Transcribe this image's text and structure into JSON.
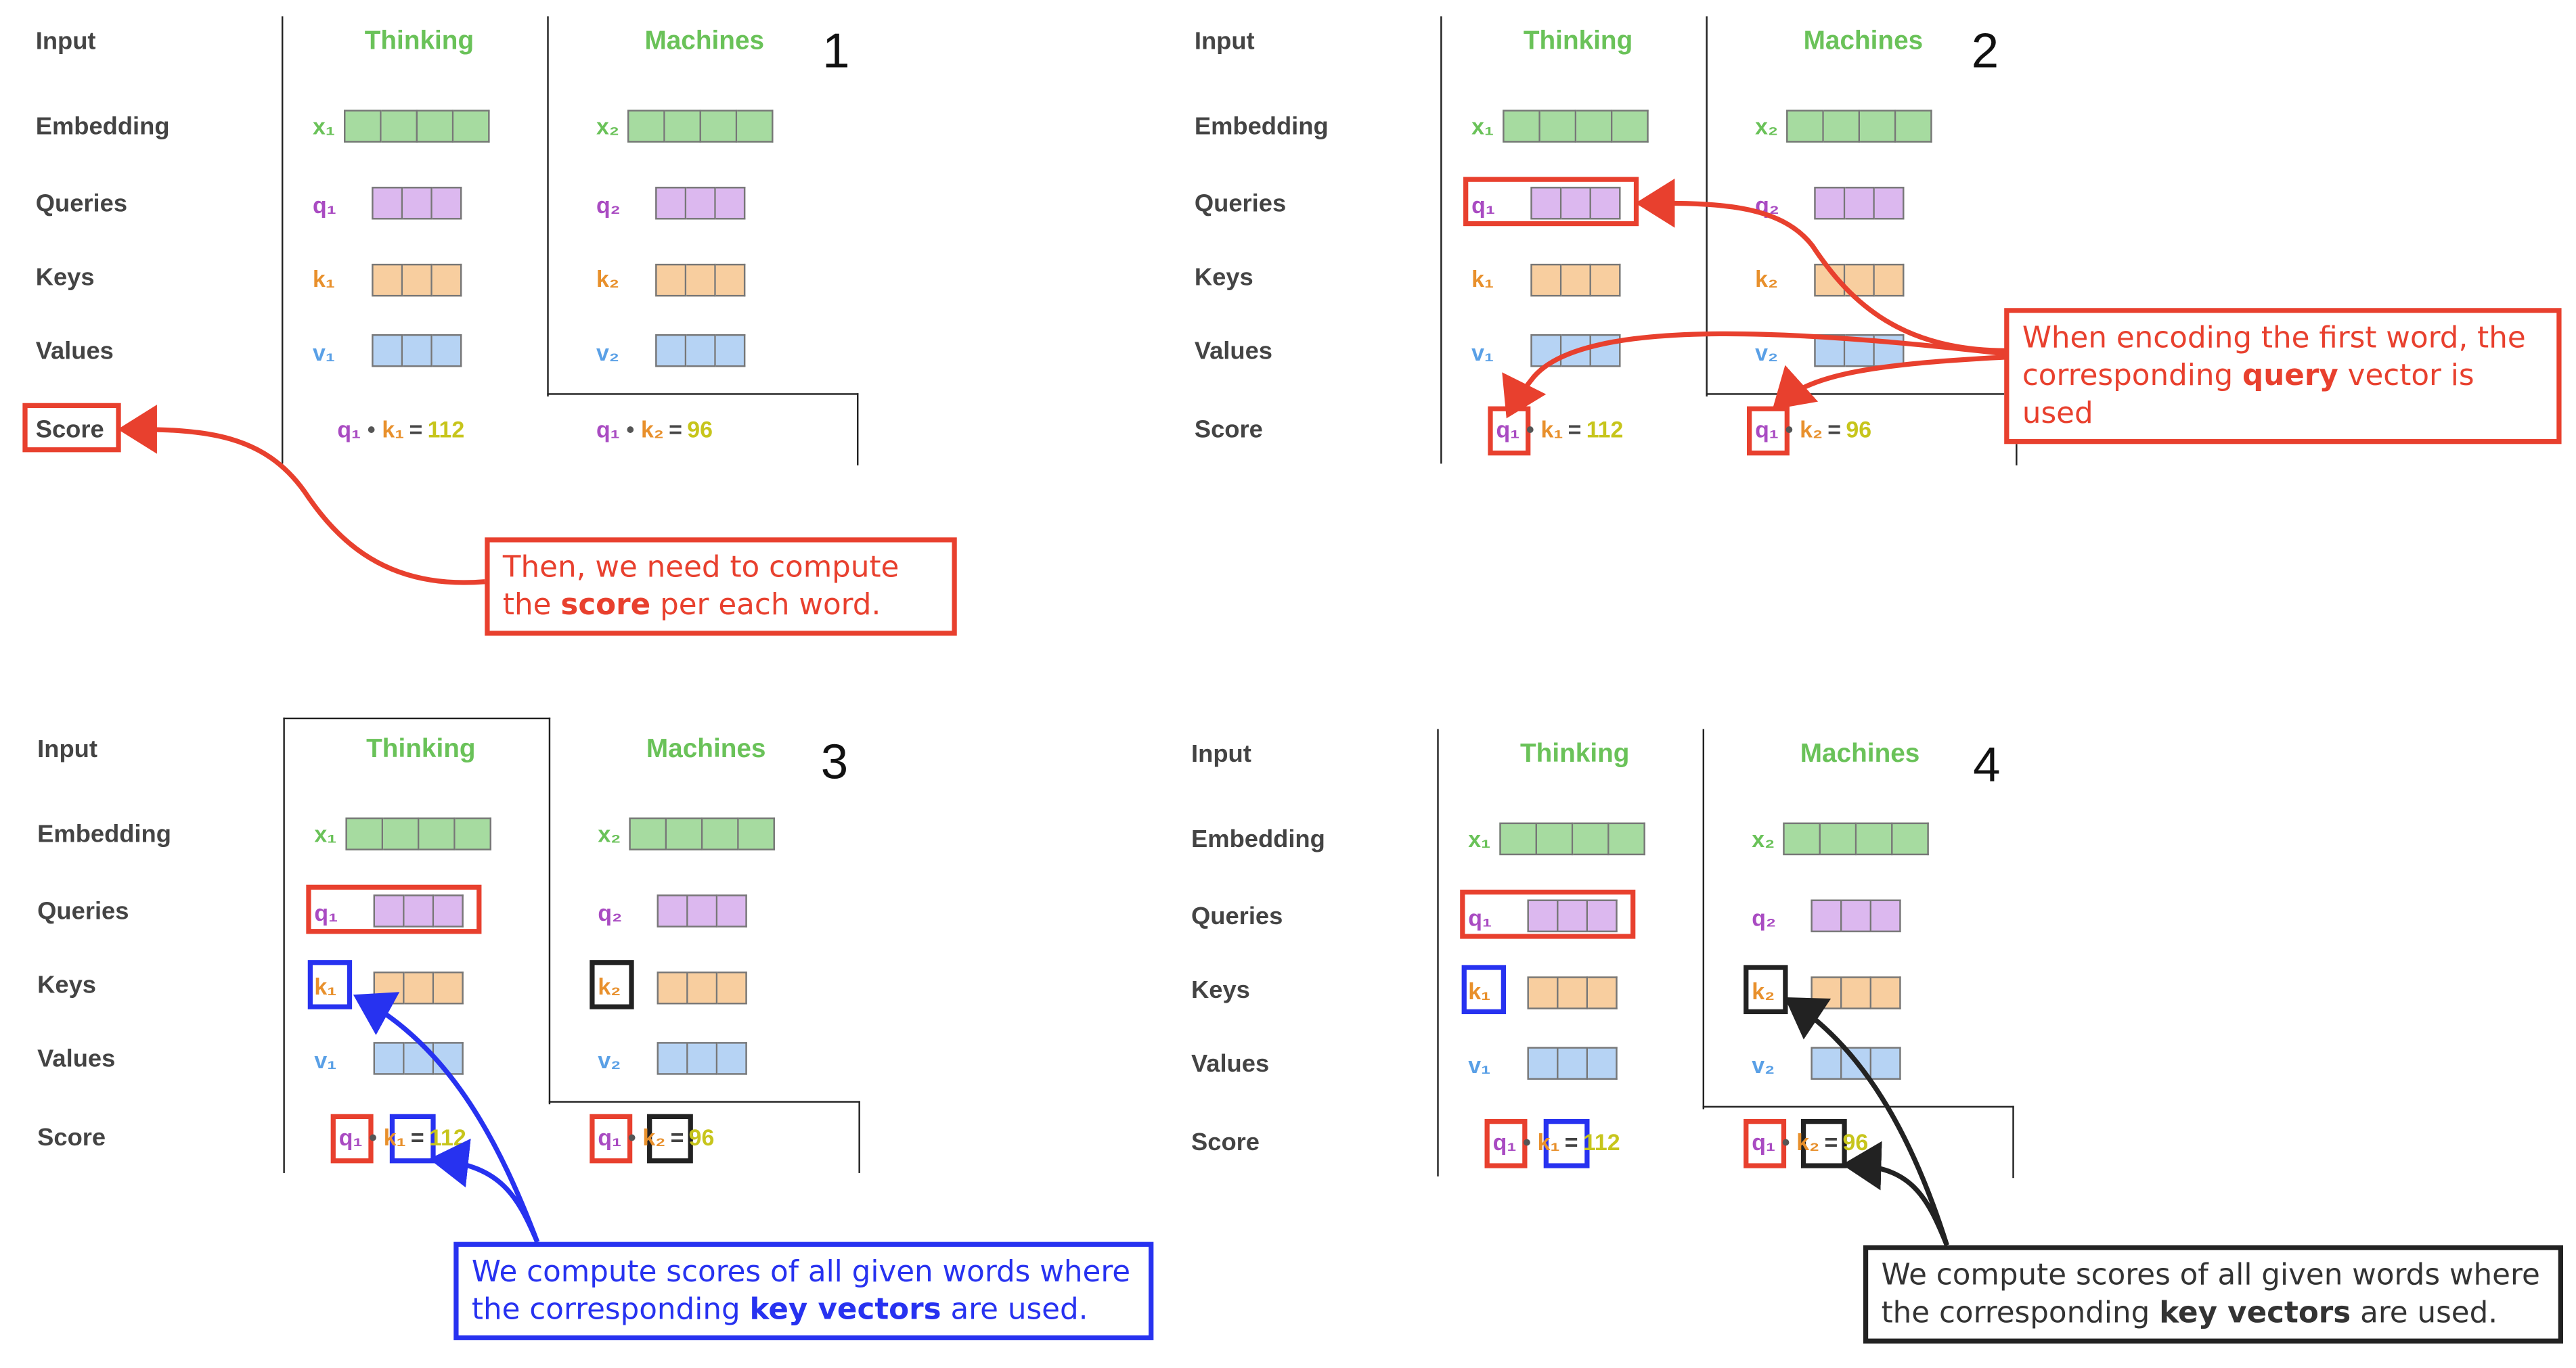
{
  "row_labels": {
    "input": "Input",
    "embedding": "Embedding",
    "queries": "Queries",
    "keys": "Keys",
    "values": "Values",
    "score": "Score"
  },
  "words": [
    "Thinking",
    "Machines"
  ],
  "panel_numbers": [
    "1",
    "2",
    "3",
    "4"
  ],
  "vectors": {
    "x1": "x₁",
    "x2": "x₂",
    "q1": "q₁",
    "q2": "q₂",
    "k1": "k₁",
    "k2": "k₂",
    "v1": "v₁",
    "v2": "v₂"
  },
  "scores": {
    "s1": {
      "q": "q₁",
      "k": "k₁",
      "value": "112"
    },
    "s2": {
      "q": "q₁",
      "k": "k₂",
      "value": "96"
    }
  },
  "callouts": {
    "panel1": {
      "text_before": "Then, we need to compute the",
      "bold": "score",
      "text_after": "per each word."
    },
    "panel2": {
      "text_before": "When encoding the first word, the corresponding",
      "bold": "query",
      "text_after": "vector is used"
    },
    "panel3": {
      "text_before": "We compute scores of all given words where the corresponding",
      "bold": "key vectors",
      "text_after": "are used."
    },
    "panel4": {
      "text_before": "We compute scores of all given words where the corresponding",
      "bold": "key vectors",
      "text_after": "are used."
    }
  },
  "colors": {
    "highlight_red": "#e8402e",
    "highlight_blue": "#2732f0",
    "highlight_black": "#222222",
    "embedding": "#a6dba0",
    "query": "#dcb8ef",
    "key": "#f8ce9f",
    "value": "#b6d3f4",
    "score_value": "#c7c51c"
  }
}
